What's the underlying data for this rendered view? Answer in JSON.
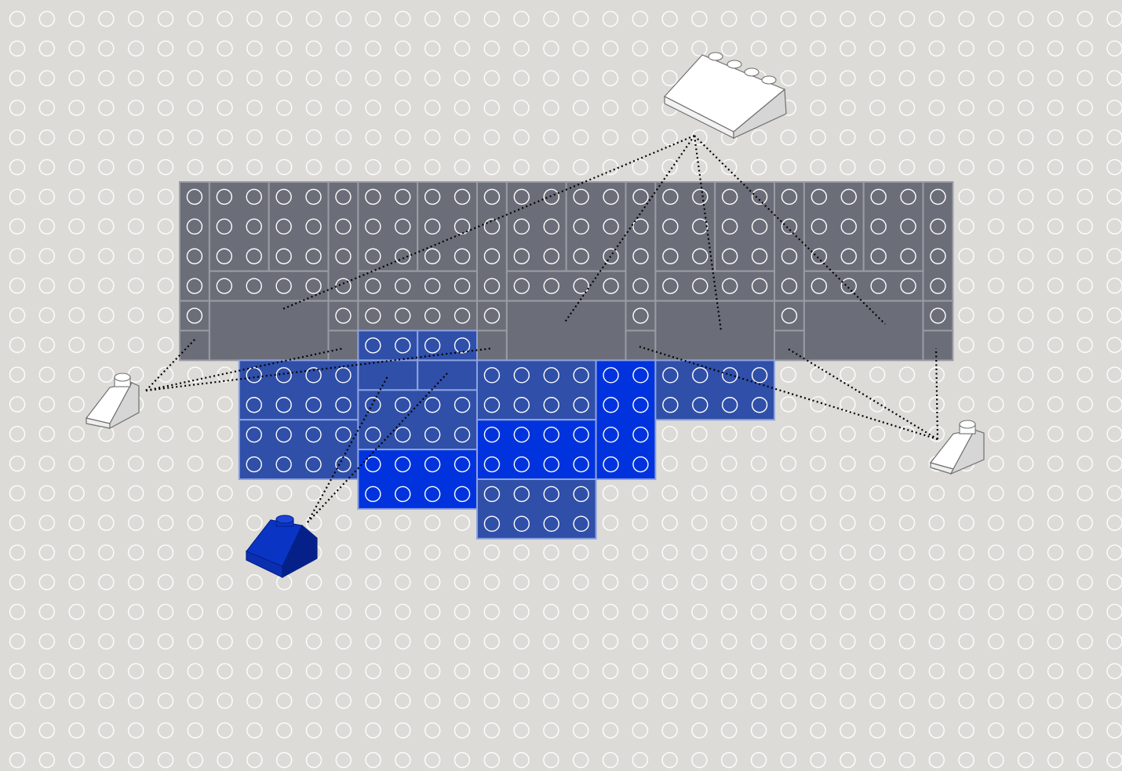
{
  "colors": {
    "baseplate": "#dcdbd7",
    "baseplate_stud": "#ffffff",
    "grey_brick": "#6b6e78",
    "grey_brick_border": "#9a9ca3",
    "mid_blue_brick": "#2f4fa8",
    "bright_blue_brick": "#0033dd",
    "blue_brick_border": "#8ea2e0",
    "stud_outline": "#ffffff",
    "leader_line": "#000000",
    "white_slope": "#ffffff",
    "white_slope_shade": "#d6d6d6",
    "blue_slope": "#0a34c4",
    "blue_slope_shade": "#06208a"
  },
  "parts": [
    {
      "kind": "slope-brick",
      "name": "large-white-slope-brick",
      "color": "white",
      "studs": 4
    },
    {
      "kind": "slope-brick",
      "name": "small-white-slope-brick-left",
      "color": "white",
      "studs": 1
    },
    {
      "kind": "slope-brick",
      "name": "small-white-slope-brick-right",
      "color": "white",
      "studs": 1
    },
    {
      "kind": "slope-brick",
      "name": "blue-slope-brick",
      "color": "blue",
      "studs": 1
    }
  ]
}
